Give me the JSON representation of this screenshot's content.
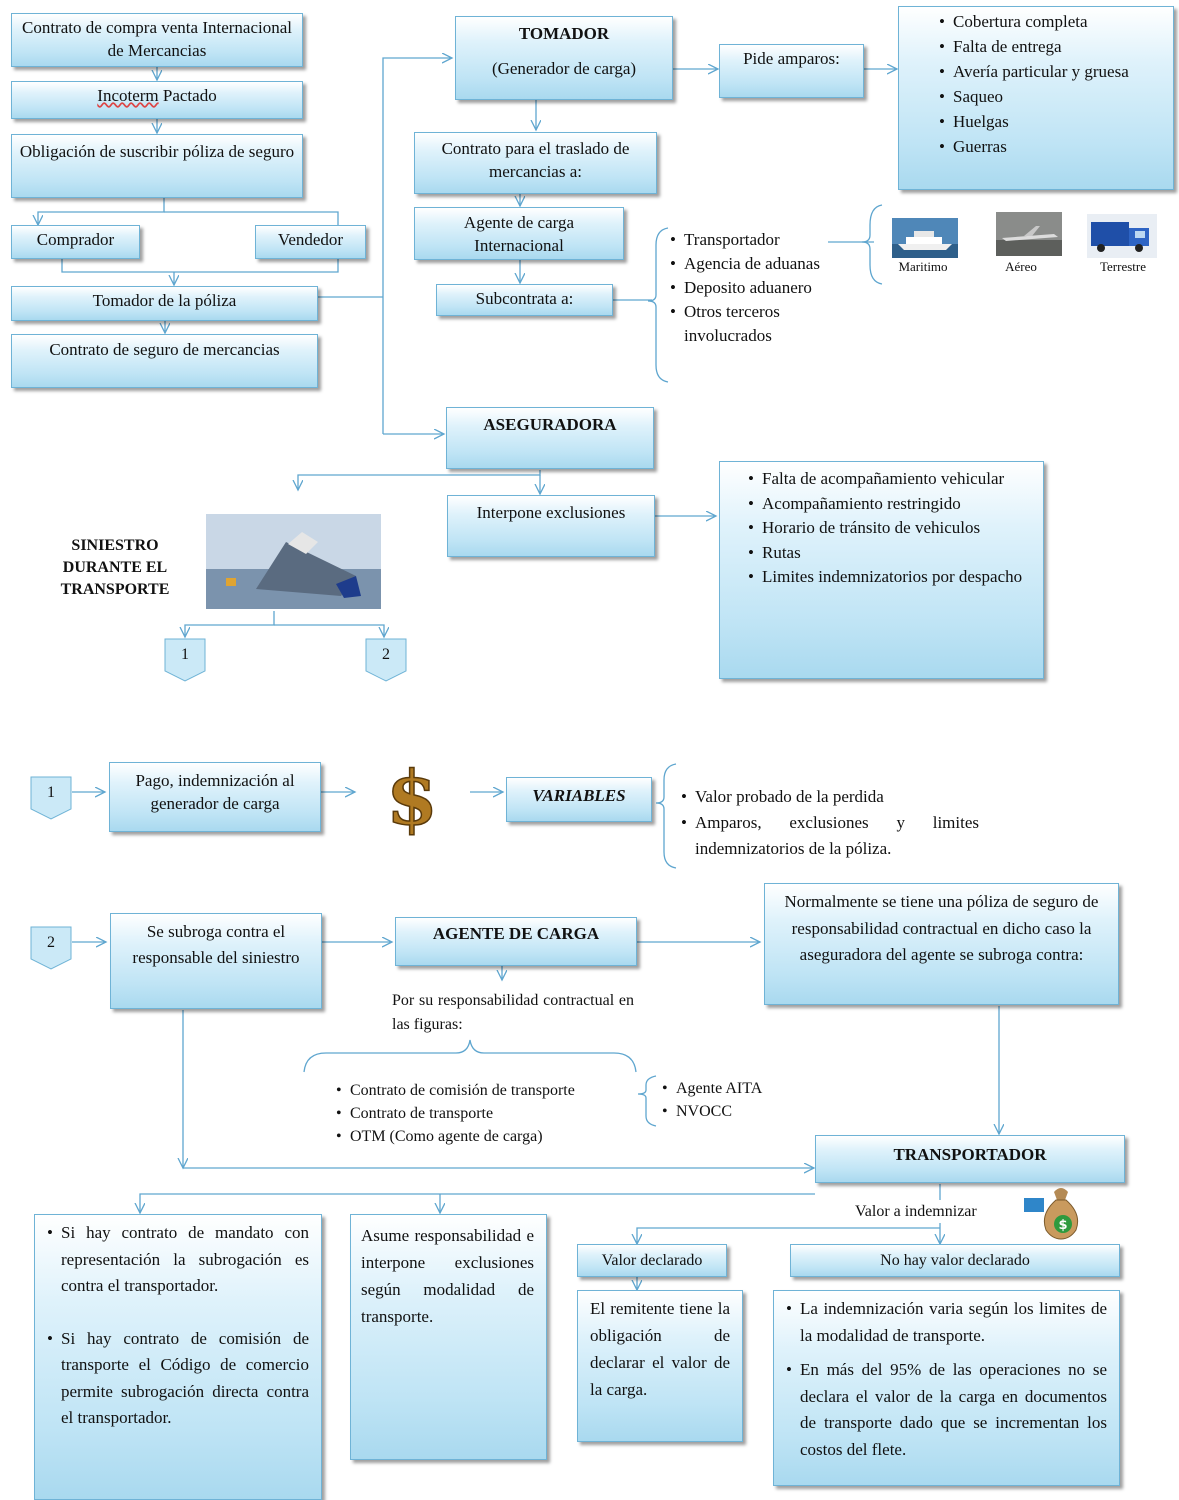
{
  "left_chain": {
    "contrato_cv": "Contrato de compra venta Internacional  de Mercancias",
    "incoterm_word": "Incoterm",
    "incoterm_rest": " Pactado",
    "obligacion": "Obligación de suscribir póliza de seguro",
    "comprador": "Comprador",
    "vendedor": "Vendedor",
    "tomador_poliza": "Tomador de la póliza",
    "contrato_seguro": "Contrato de seguro de mercancias"
  },
  "tomador": {
    "title": "TOMADOR",
    "subtitle": "(Generador de carga)",
    "pide": "Pide amparos:",
    "amparos": [
      "Cobertura completa",
      "Falta de entrega",
      "Avería particular y gruesa",
      "Saqueo",
      "Huelgas",
      "Guerras"
    ],
    "contrato_traslado": "Contrato para el traslado de mercancias a:",
    "agente": "Agente de carga Internacional",
    "subcontrata": "Subcontrata a:",
    "terceros": [
      "Transportador",
      "Agencia de aduanas",
      "Deposito aduanero",
      "Otros terceros involucrados"
    ],
    "transport_modes": [
      "Maritimo",
      "Aéreo",
      "Terrestre"
    ]
  },
  "aseguradora": {
    "title": "ASEGURADORA",
    "interpone": "Interpone exclusiones",
    "exclusiones": [
      "Falta de acompañamiento vehicular",
      "Acompañamiento restringido",
      "Horario de tránsito de vehiculos",
      "Rutas",
      "Limites indemnizatorios por despacho"
    ]
  },
  "siniestro": {
    "label": "SINIESTRO DURANTE EL TRANSPORTE",
    "branch1": "1",
    "branch2": "2"
  },
  "branch1": {
    "marker": "1",
    "pago": "Pago, indemnización al generador de carga",
    "variables": "VARIABLES",
    "items": [
      "Valor probado de la perdida",
      "Amparos, exclusiones y limites indemnizatorios de la póliza."
    ]
  },
  "branch2": {
    "marker": "2",
    "subroga": "Se subroga contra el responsable del siniestro",
    "agente": "AGENTE DE CARGA",
    "responsabilidad": "Por su responsabilidad contractual en las figuras:",
    "figuras": [
      "Contrato de comisión de transporte",
      "Contrato de transporte",
      "OTM (Como agente de carga)"
    ],
    "tipos": [
      "Agente AITA",
      "NVOCC"
    ],
    "normalmente": "Normalmente se tiene una póliza de seguro de responsabilidad contractual en dicho caso la aseguradora del agente se subroga contra:",
    "transportador": "TRANSPORTADOR",
    "valor_indemnizar": "Valor a indemnizar",
    "mandato": [
      "Si hay contrato de mandato con representación la subrogación es contra el transportador.",
      "Si hay contrato de comisión de transporte el Código de comercio permite subrogación directa contra el transportador."
    ],
    "asume": "Asume responsabilidad e interpone exclusiones según modalidad de transporte.",
    "valor_declarado": "Valor declarado",
    "remitente": "El remitente tiene la obligación de declarar el valor de la carga.",
    "no_valor": "No hay valor declarado",
    "no_valor_items": [
      "La indemnización varia según los limites de la modalidad de transporte.",
      "En más del 95% de las operaciones no se declara el valor de la carga en documentos de transporte dado que se incrementan los costos del flete."
    ]
  },
  "colors": {
    "box_top": "#ffffff",
    "box_bottom": "#a9d9ef",
    "border": "#6fb3d6",
    "connector": "#5fa6cf"
  },
  "icons": [
    "cruise-ship-icon",
    "airplane-icon",
    "truck-icon",
    "sinking-ship-icon",
    "dollar-sign-icon",
    "money-bag-icon",
    "card-icon"
  ]
}
